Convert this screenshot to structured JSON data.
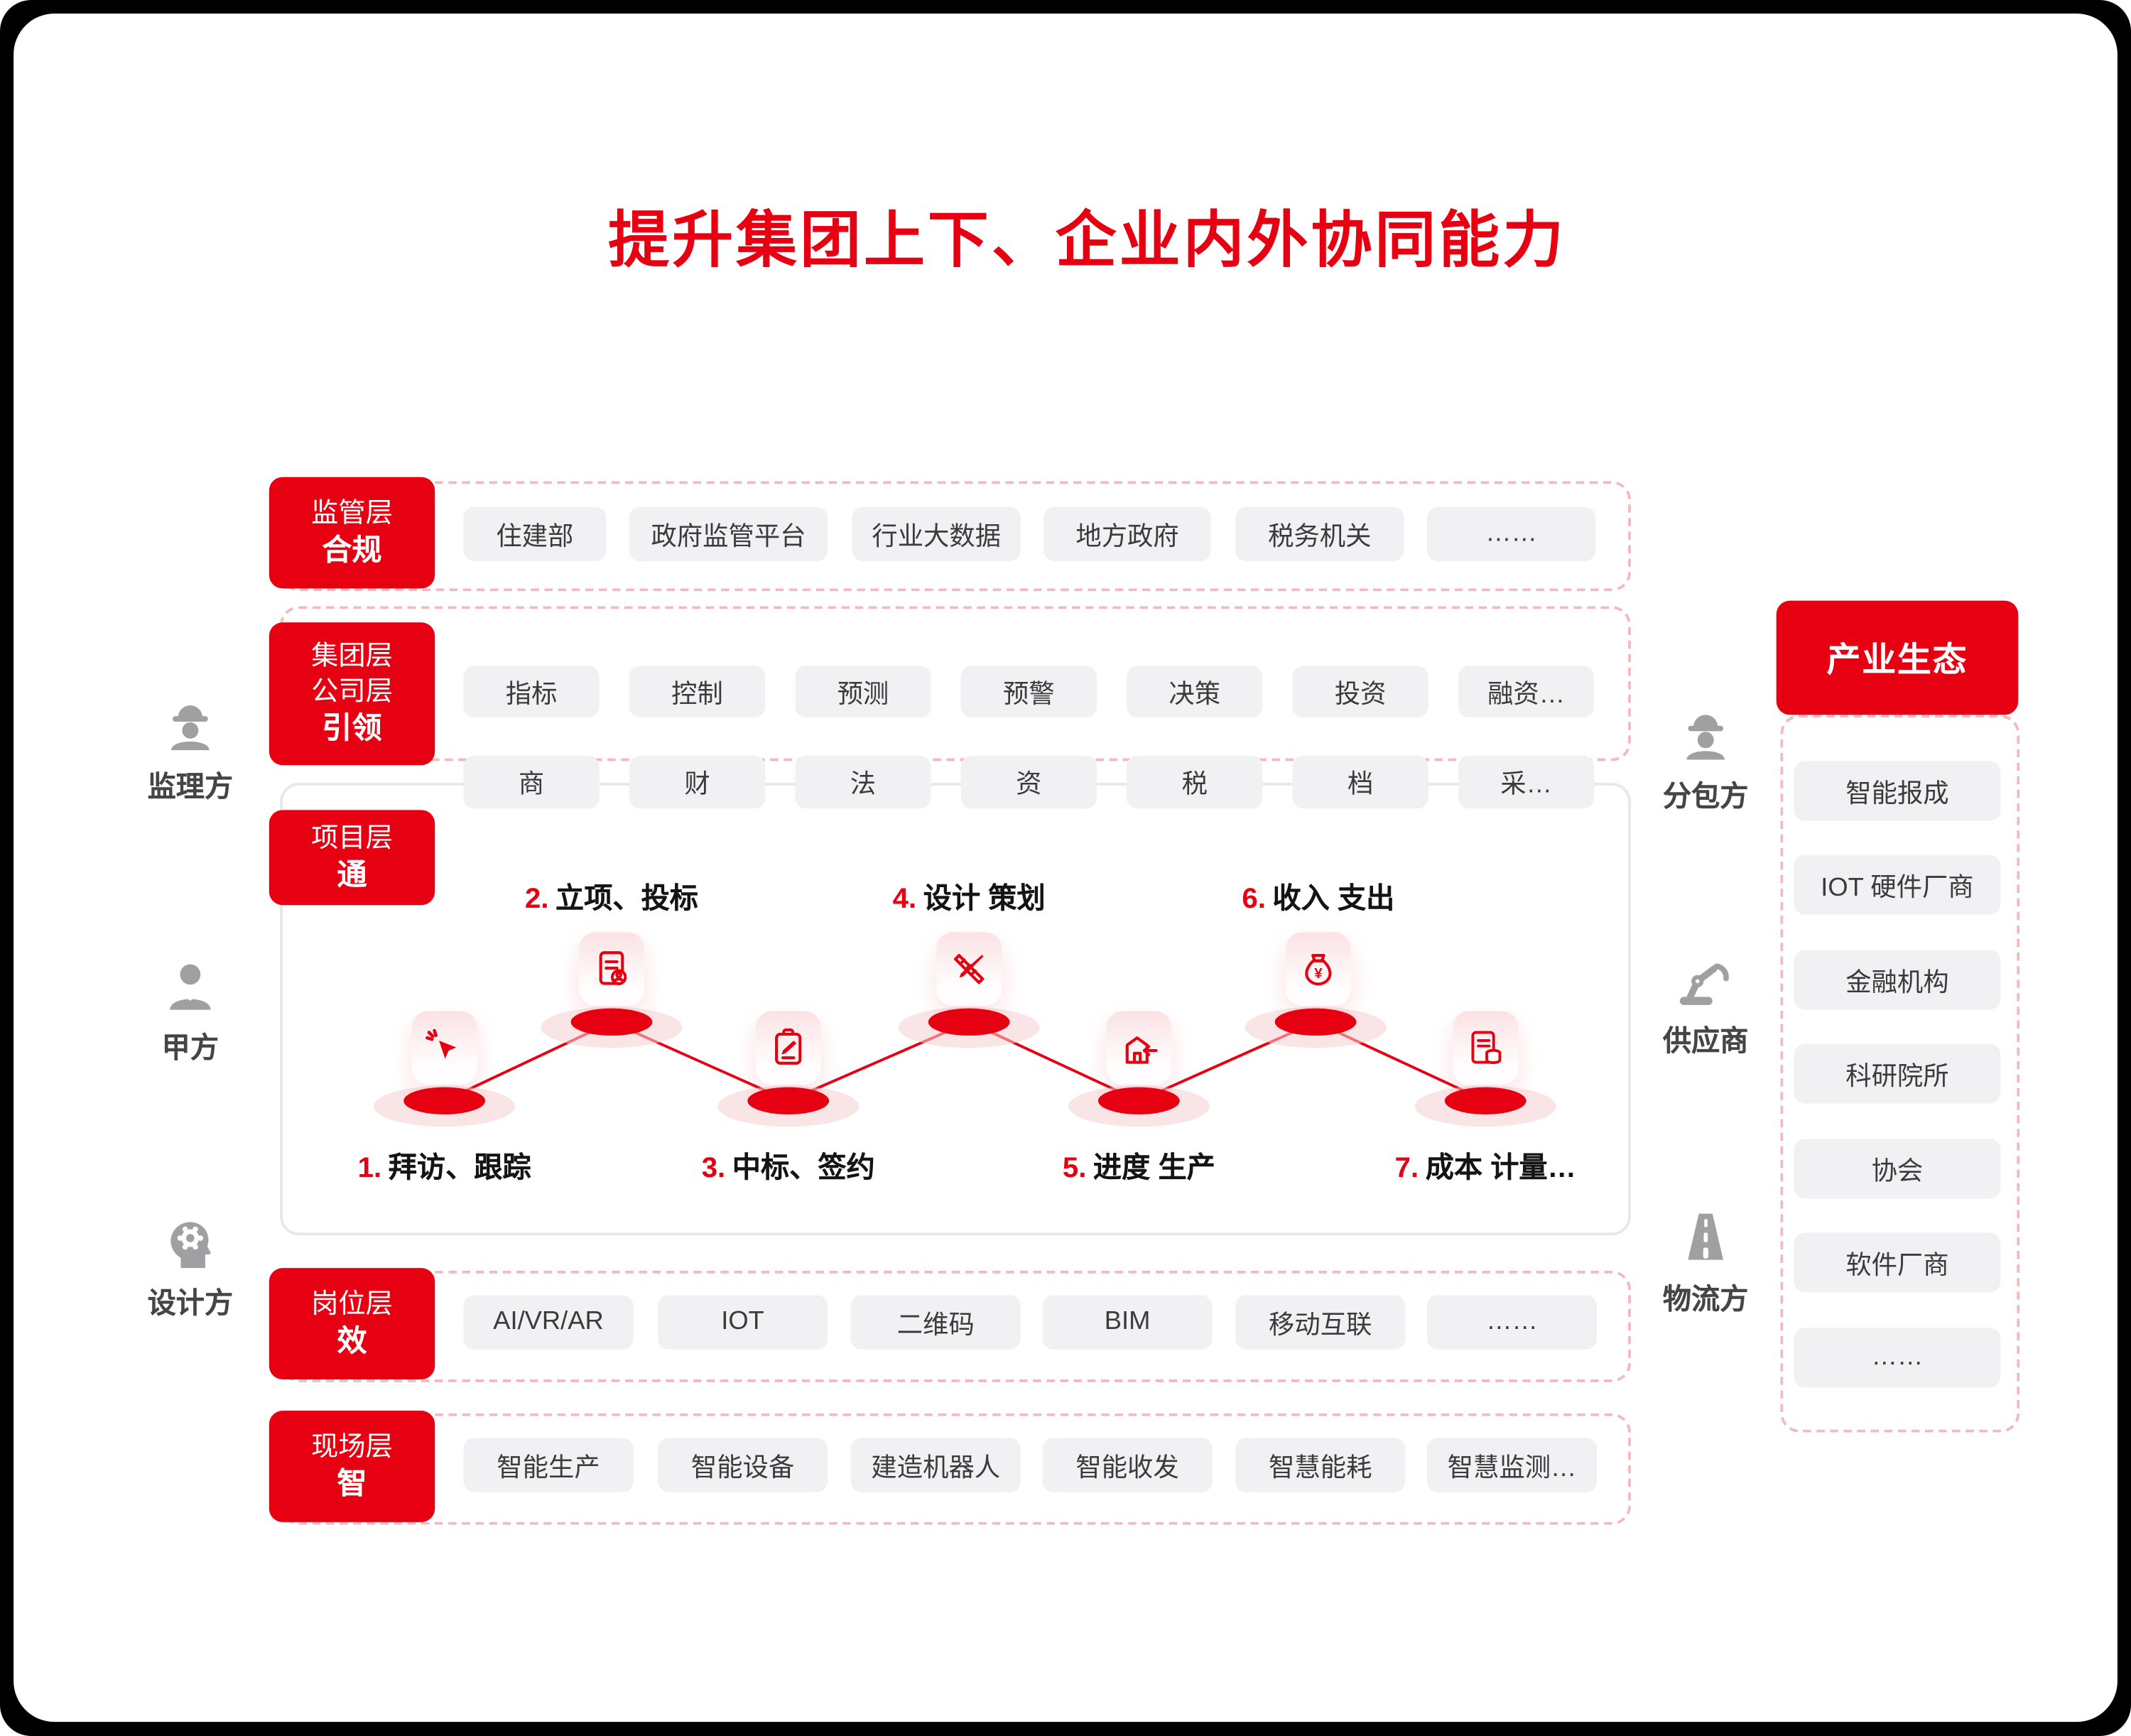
{
  "title": "提升集团上下、企业内外协同能力",
  "left_parties": [
    {
      "label": "监理方",
      "icon": "supervisor-icon"
    },
    {
      "label": "甲方",
      "icon": "client-icon"
    },
    {
      "label": "设计方",
      "icon": "designer-icon"
    }
  ],
  "right_parties": [
    {
      "label": "分包方",
      "icon": "subcontractor-icon"
    },
    {
      "label": "供应商",
      "icon": "supplier-icon"
    },
    {
      "label": "物流方",
      "icon": "logistics-icon"
    }
  ],
  "rows": {
    "regulatory": {
      "label_top": "监管层",
      "label_bold": "合规",
      "pills": [
        "住建部",
        "政府监管平台",
        "行业大数据",
        "地方政府",
        "税务机关",
        "……"
      ]
    },
    "group": {
      "label_lines": [
        "集团层",
        "公司层"
      ],
      "label_bold": "引领",
      "pills_row1": [
        "指标",
        "控制",
        "预测",
        "预警",
        "决策",
        "投资",
        "融资…"
      ],
      "pills_row2": [
        "商",
        "财",
        "法",
        "资",
        "税",
        "档",
        "采…"
      ]
    },
    "project": {
      "label_top": "项目层",
      "label_bold": "通",
      "steps": [
        {
          "num": "1.",
          "label": "拜访、跟踪"
        },
        {
          "num": "2.",
          "label": "立项、投标"
        },
        {
          "num": "3.",
          "label": "中标、签约"
        },
        {
          "num": "4.",
          "label": "设计 策划"
        },
        {
          "num": "5.",
          "label": "进度 生产"
        },
        {
          "num": "6.",
          "label": "收入 支出"
        },
        {
          "num": "7.",
          "label": "成本 计量…"
        }
      ]
    },
    "position": {
      "label_top": "岗位层",
      "label_bold": "效",
      "pills": [
        "AI/VR/AR",
        "IOT",
        "二维码",
        "BIM",
        "移动互联",
        "……"
      ]
    },
    "site": {
      "label_top": "现场层",
      "label_bold": "智",
      "pills": [
        "智能生产",
        "智能设备",
        "建造机器人",
        "智能收发",
        "智慧能耗",
        "智慧监测…"
      ]
    }
  },
  "ecosystem": {
    "title": "产业生态",
    "items": [
      "智能报成",
      "IOT 硬件厂商",
      "金融机构",
      "科研院所",
      "协会",
      "软件厂商",
      "……"
    ]
  },
  "colors": {
    "accent": "#E60012",
    "pill_bg": "#F1F1F3",
    "dashed_border": "#F3B9BD",
    "icon_gray": "#A0A0A3"
  }
}
